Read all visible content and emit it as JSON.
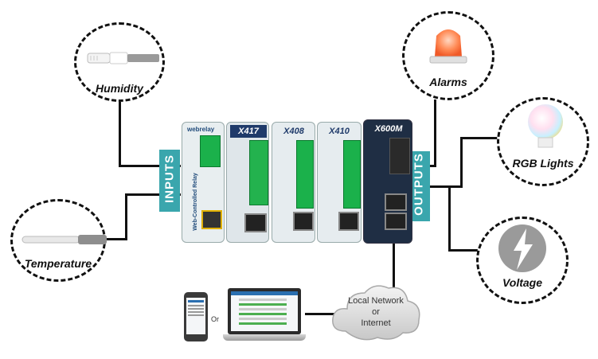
{
  "inputs_label": "INPUTS",
  "outputs_label": "OUTPUTS",
  "sensors": {
    "humidity": "Humidity",
    "temperature": "Temperature"
  },
  "outputs": {
    "alarms": "Alarms",
    "rgb_lights": "RGB Lights",
    "voltage": "Voltage"
  },
  "modules": {
    "webrelay": "Web-Controlled Relay",
    "x417": "X417",
    "x408": "X408",
    "x410": "X410",
    "x600m": "X600M"
  },
  "network": {
    "line1": "Local Network",
    "line2": "or",
    "line3": "Internet"
  },
  "or_label": "Or",
  "colors": {
    "accent_teal": "#3aa6ad",
    "terminal_green": "#1bb14b"
  }
}
